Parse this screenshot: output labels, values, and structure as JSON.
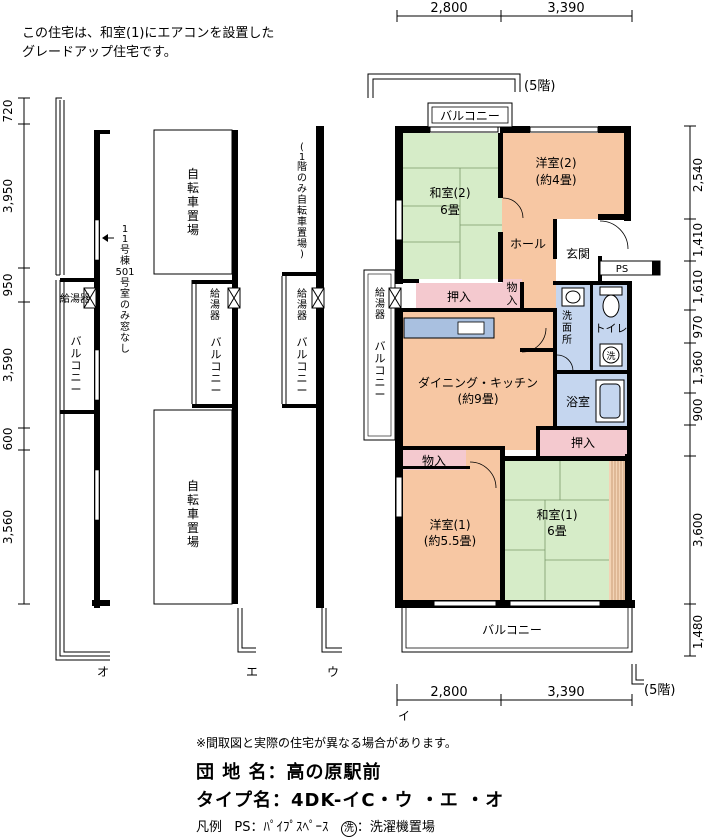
{
  "intro": {
    "line1": "この住宅は、和室(1)にエアコンを設置した",
    "line2": "グレードアップ住宅です。"
  },
  "dims_top": {
    "a": "2,800",
    "b": "3,390"
  },
  "dims_bottom": {
    "a": "2,800",
    "b": "3,390"
  },
  "floor_top": "(5階)",
  "floor_bottom": "(5階)",
  "dims_left": [
    "720",
    "3,950",
    "950",
    "3,590",
    "600",
    "3,560"
  ],
  "dims_right": [
    "2,540",
    "1,410",
    "1,610",
    "970",
    "1,360",
    "900",
    "3,600",
    "1,480"
  ],
  "rooms": {
    "washitsu2": "和室(2)",
    "washitsu2_size": "6畳",
    "yoshitsu2": "洋室(2)",
    "yoshitsu2_size": "(約4畳)",
    "hall": "ホール",
    "genkan": "玄関",
    "ps": "PS",
    "oshiire1": "押入",
    "monoire1": "物入",
    "senmenjo": "洗面所",
    "toilet": "トイレ",
    "dk": "ダイニング・キッチン",
    "dk_size": "(約9畳)",
    "yokushitsu": "浴室",
    "oshiire2": "押入",
    "monoire2": "物入",
    "yoshitsu1": "洋室(1)",
    "yoshitsu1_size": "(約5.5畳)",
    "washitsu1": "和室(1)",
    "washitsu1_size": "6畳",
    "balcony_top": "バルコニー",
    "balcony_bottom": "バルコニー",
    "kyutoki": "給湯器",
    "balcony_side": "バルコニー",
    "wash_symbol": "洗"
  },
  "side": {
    "o_kyutoki": "給湯器",
    "o_balcony": "バルコニー",
    "o_note": "11号棟501号室のみ窓なし",
    "e_bike1": "自転車置場",
    "e_bike2": "自転車置場",
    "e_kyutoki": "給湯器",
    "e_balcony": "バルコニー",
    "u_note": "(1階のみ自転車置場)",
    "u_kyutoki": "給湯器",
    "u_balcony": "バルコニー"
  },
  "labels": {
    "o": "オ",
    "e": "エ",
    "u": "ウ",
    "i": "イ"
  },
  "note": "※間取図と実際の住宅が異なる場合があります。",
  "info": {
    "danchi_label": "団 地 名：",
    "danchi_value": "高の原駅前",
    "type_label": "タイプ名：",
    "type_value": "4DK-イC・ウ ・エ ・オ"
  },
  "legend": {
    "hanrei": "凡例",
    "ps": "PS：ﾊﾟｲﾌﾟｽﾍﾟｰｽ",
    "wash_symbol": "洗",
    "wash": "：洗濯機置場"
  },
  "colors": {
    "washitsu": "#d6ecc8",
    "yoshitsu": "#f7c7a3",
    "storage": "#f4c9cf",
    "wet": "#c5d6ef",
    "kitchen": "#a9c0e0",
    "wall": "#000000"
  }
}
